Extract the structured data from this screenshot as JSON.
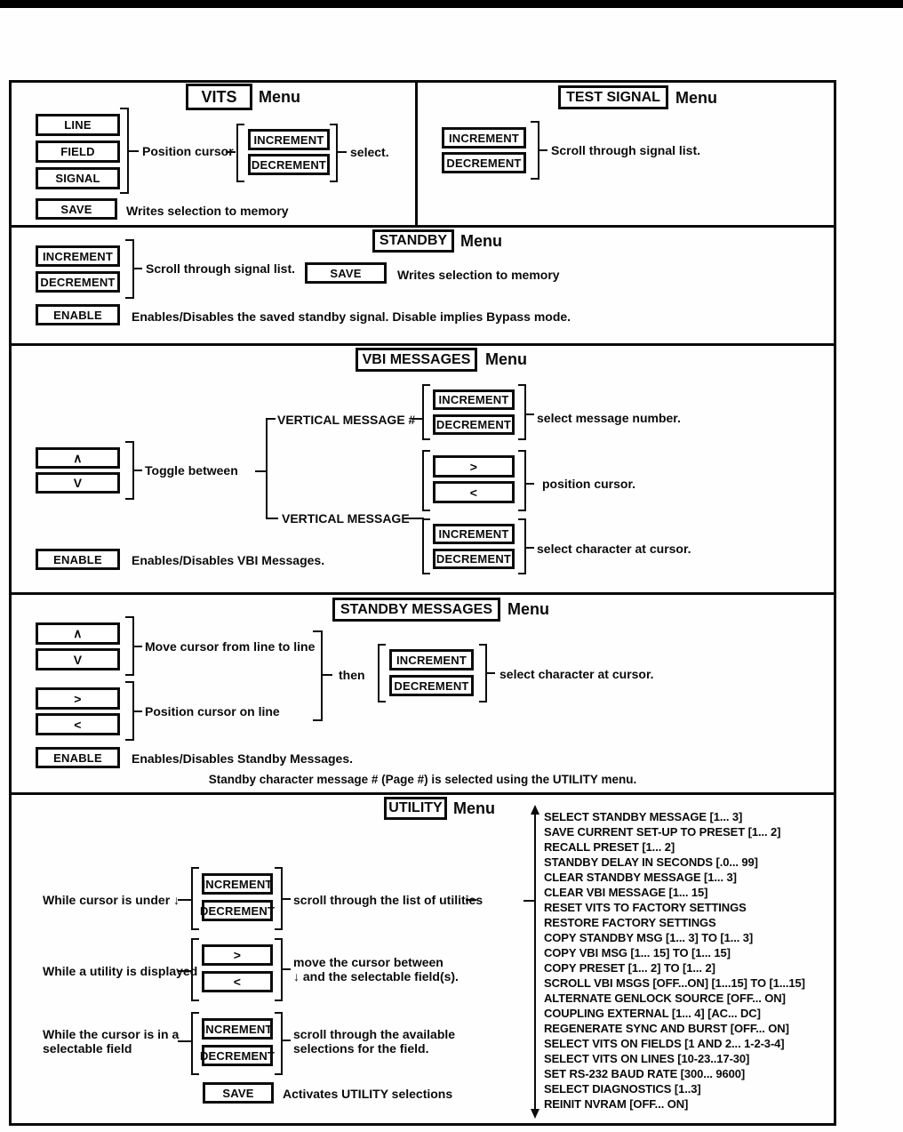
{
  "vits": {
    "title": "VITS",
    "menu": "Menu",
    "line": "LINE",
    "field": "FIELD",
    "signal": "SIGNAL",
    "position_cursor": "Position cursor",
    "increment": "INCREMENT",
    "decrement": "DECREMENT",
    "select": "select.",
    "save": "SAVE",
    "save_desc": "Writes selection to memory"
  },
  "test_signal": {
    "title": "TEST SIGNAL",
    "menu": "Menu",
    "increment": "INCREMENT",
    "decrement": "DECREMENT",
    "scroll_desc": "Scroll through signal list."
  },
  "standby": {
    "title": "STANDBY",
    "menu": "Menu",
    "increment": "INCREMENT",
    "decrement": "DECREMENT",
    "scroll_desc": "Scroll through signal list.",
    "save": "SAVE",
    "save_desc": "Writes selection to memory",
    "enable": "ENABLE",
    "enable_desc": "Enables/Disables the saved standby signal.  Disable implies Bypass mode."
  },
  "vbi": {
    "title": "VBI MESSAGES",
    "menu": "Menu",
    "up": "∧",
    "down": "V",
    "toggle_between": "Toggle between",
    "vertical_message_num": "VERTICAL MESSAGE #",
    "vertical_message": "VERTICAL MESSAGE",
    "increment": "INCREMENT",
    "decrement": "DECREMENT",
    "right": ">",
    "left": "<",
    "select_message_number": "select message number.",
    "position_cursor": "position cursor.",
    "select_character": "select character at cursor.",
    "enable": "ENABLE",
    "enable_desc": "Enables/Disables VBI  Messages."
  },
  "standby_messages": {
    "title": "STANDBY MESSAGES",
    "menu": "Menu",
    "up": "∧",
    "down": "V",
    "right": ">",
    "left": "<",
    "move_cursor": "Move cursor from line to line",
    "position_cursor": "Position cursor on line",
    "then": "then",
    "increment": "INCREMENT",
    "decrement": "DECREMENT",
    "select_character": "select character at cursor.",
    "enable": "ENABLE",
    "enable_desc": "Enables/Disables Standby Messages.",
    "note": "Standby character message # (Page #) is selected using the  UTILITY menu."
  },
  "utility": {
    "title": "UTILITY",
    "menu": "Menu",
    "row1_label": "While cursor is under ↓",
    "increment": "INCREMENT",
    "decrement": "DECREMENT",
    "row1_desc": "scroll through the list of utilities",
    "row2_label": "While a utility is displayed",
    "right": ">",
    "left": "<",
    "row2_desc_line1": "move the cursor between",
    "row2_desc_line2": "↓  and the selectable field(s).",
    "row3_label_line1": "While the cursor is in a",
    "row3_label_line2": "selectable field",
    "row3_desc_line1": "scroll through the available",
    "row3_desc_line2": "selections for the field.",
    "save": "SAVE",
    "save_desc": "Activates UTILITY selections",
    "items": [
      "SELECT STANDBY MESSAGE [1... 3]",
      "SAVE CURRENT SET-UP TO PRESET [1... 2]",
      "RECALL PRESET [1... 2]",
      "STANDBY DELAY IN SECONDS [.0... 99]",
      "CLEAR STANDBY MESSAGE [1... 3]",
      "CLEAR VBI MESSAGE [1... 15]",
      "RESET VITS TO FACTORY SETTINGS",
      "RESTORE FACTORY SETTINGS",
      "COPY STANDBY MSG [1... 3] TO [1... 3]",
      "COPY VBI MSG [1... 15] TO [1... 15]",
      "COPY PRESET [1... 2] TO [1... 2]",
      "SCROLL VBI MSGS [OFF...ON] [1...15] TO [1...15]",
      "ALTERNATE GENLOCK SOURCE [OFF... ON]",
      "COUPLING EXTERNAL [1... 4]  [AC... DC]",
      "REGENERATE SYNC AND BURST [OFF... ON]",
      "SELECT VITS ON FIELDS [1 AND 2... 1-2-3-4]",
      "SELECT VITS ON LINES [10-23..17-30]",
      "SET RS-232 BAUD RATE [300... 9600]",
      "SELECT DIAGNOSTICS [1..3]",
      "REINIT NVRAM [OFF... ON]"
    ]
  }
}
